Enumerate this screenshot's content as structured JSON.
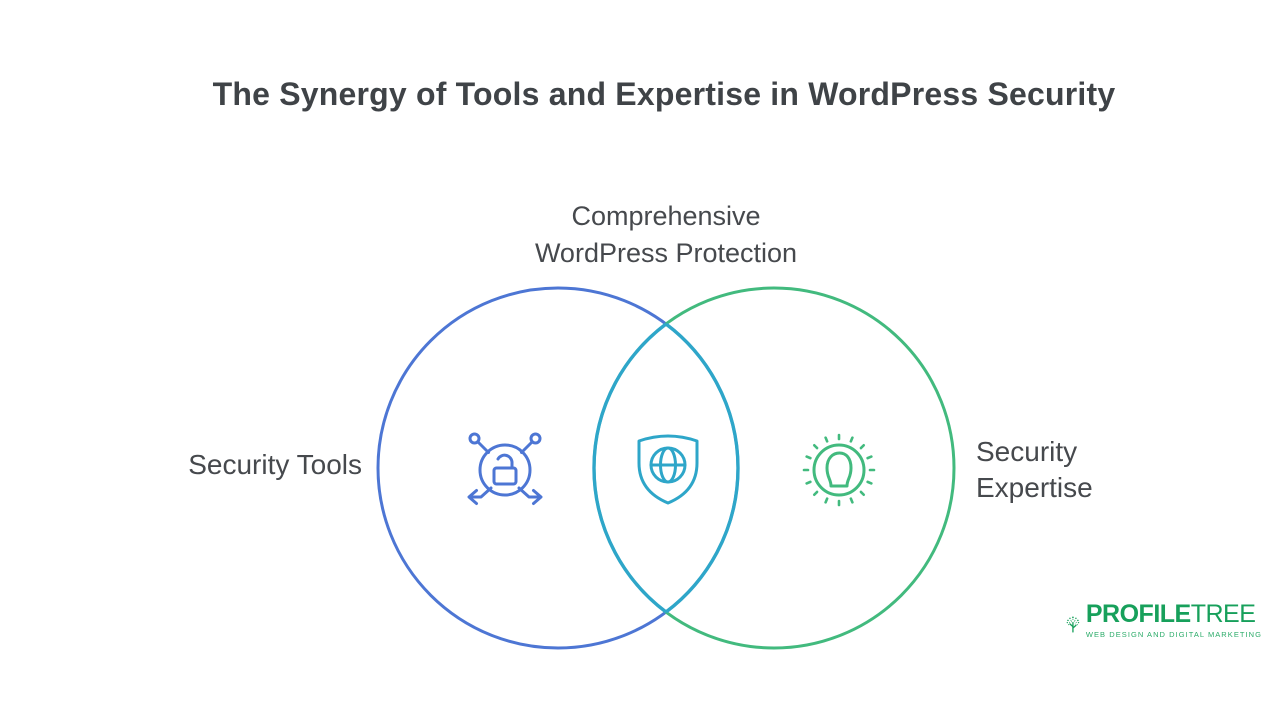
{
  "title": "The Synergy of Tools and Expertise in WordPress Security",
  "venn": {
    "overlap_label": "Comprehensive WordPress Protection",
    "left_label": "Security Tools",
    "right_label": "Security Expertise"
  },
  "icons": {
    "left": "network-unlock-icon",
    "overlap": "shield-globe-icon",
    "right": "expert-person-icon",
    "logo": "tree-icon"
  },
  "colors": {
    "left_circle": "#4d76d4",
    "right_circle": "#42ba7e",
    "overlap": "#2ea6c9",
    "logo_green": "#17a05b",
    "title_text": "#3f4347",
    "label_text": "#46494d"
  },
  "logo": {
    "brand_bold": "PROFILE",
    "brand_light": "TREE",
    "tagline": "WEB DESIGN AND DIGITAL MARKETING"
  }
}
